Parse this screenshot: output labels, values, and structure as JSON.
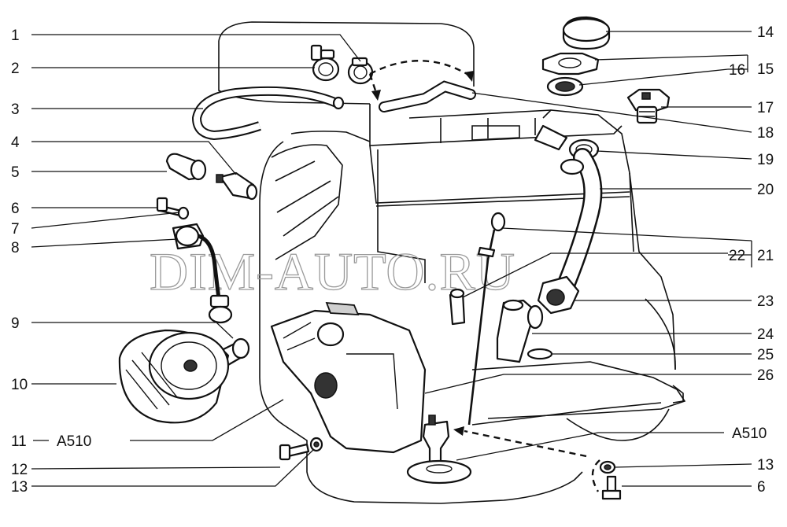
{
  "watermark": "DIM-AUTO.RU",
  "callouts_left": [
    {
      "num": "1"
    },
    {
      "num": "2"
    },
    {
      "num": "3"
    },
    {
      "num": "4"
    },
    {
      "num": "5"
    },
    {
      "num": "6"
    },
    {
      "num": "7"
    },
    {
      "num": "8"
    },
    {
      "num": "9"
    },
    {
      "num": "10"
    },
    {
      "num": "11",
      "ref": "A510"
    },
    {
      "num": "12"
    },
    {
      "num": "13"
    }
  ],
  "callouts_right": [
    {
      "num": "14"
    },
    {
      "num": "15"
    },
    {
      "num": "16"
    },
    {
      "num": "17"
    },
    {
      "num": "18"
    },
    {
      "num": "19"
    },
    {
      "num": "20"
    },
    {
      "num": "21"
    },
    {
      "num": "22"
    },
    {
      "num": "23"
    },
    {
      "num": "24"
    },
    {
      "num": "25"
    },
    {
      "num": "26"
    },
    {
      "ref": "A510"
    },
    {
      "num": "13"
    },
    {
      "num": "6"
    }
  ]
}
